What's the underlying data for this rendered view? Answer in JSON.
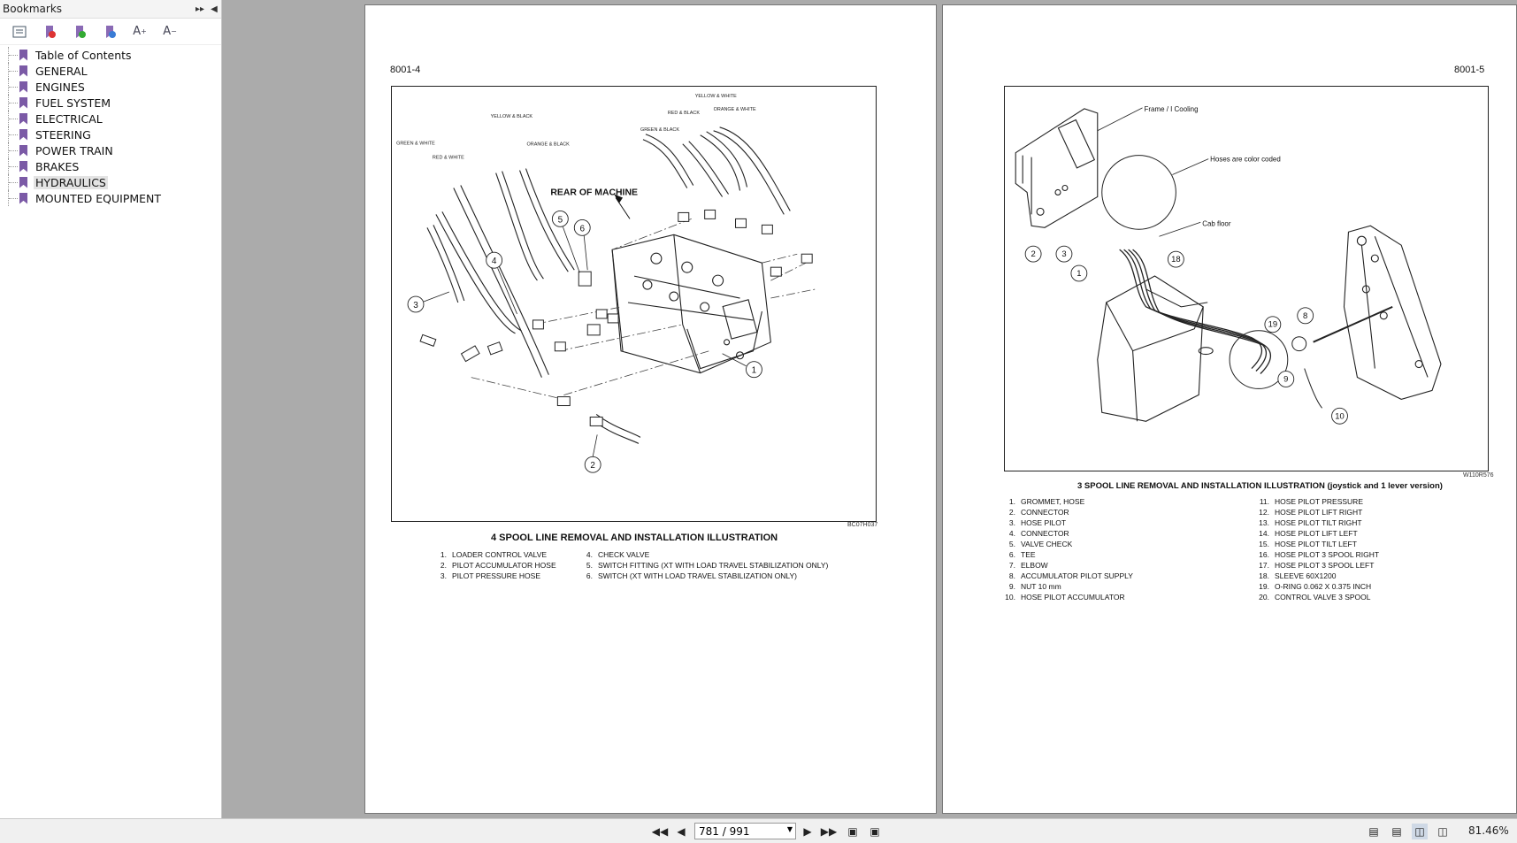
{
  "sidebar": {
    "title": "Bookmarks",
    "items": [
      {
        "label": "Table of Contents"
      },
      {
        "label": "GENERAL"
      },
      {
        "label": "ENGINES"
      },
      {
        "label": "FUEL SYSTEM"
      },
      {
        "label": "ELECTRICAL"
      },
      {
        "label": "STEERING"
      },
      {
        "label": "POWER TRAIN"
      },
      {
        "label": "BRAKES"
      },
      {
        "label": "HYDRAULICS",
        "selected": true
      },
      {
        "label": "MOUNTED EQUIPMENT"
      }
    ]
  },
  "left_page": {
    "page_number": "8001-4",
    "figure": {
      "title_label": "REAR OF MACHINE",
      "hose_labels": [
        "GREEN & WHITE",
        "RED & WHITE",
        "YELLOW & BLACK",
        "ORANGE & BLACK",
        "GREEN & BLACK",
        "RED & BLACK",
        "YELLOW & WHITE",
        "ORANGE & WHITE"
      ],
      "callouts": [
        "1",
        "2",
        "3",
        "4",
        "5",
        "6"
      ],
      "code": "BC07H037"
    },
    "caption": "4 SPOOL LINE REMOVAL AND INSTALLATION ILLUSTRATION",
    "legend": [
      {
        "n": "1.",
        "text": "LOADER CONTROL VALVE"
      },
      {
        "n": "2.",
        "text": "PILOT ACCUMULATOR HOSE"
      },
      {
        "n": "3.",
        "text": "PILOT PRESSURE HOSE"
      },
      {
        "n": "4.",
        "text": "CHECK VALVE"
      },
      {
        "n": "5.",
        "text": "SWITCH FITTING (XT WITH LOAD TRAVEL STABILIZATION ONLY)"
      },
      {
        "n": "6.",
        "text": "SWITCH (XT WITH LOAD TRAVEL STABILIZATION ONLY)"
      }
    ]
  },
  "right_page": {
    "page_number": "8001-5",
    "figure": {
      "labels": [
        "Frame / I Cooling",
        "Hoses are color coded",
        "Cab floor"
      ],
      "callouts": [
        "1",
        "2",
        "3",
        "8",
        "9",
        "10",
        "18",
        "19"
      ],
      "code": "W110R576"
    },
    "caption": "3 SPOOL LINE REMOVAL AND INSTALLATION ILLUSTRATION (joystick and 1 lever version)",
    "legend": [
      {
        "n": "1.",
        "text": "GROMMET, HOSE"
      },
      {
        "n": "2.",
        "text": "CONNECTOR"
      },
      {
        "n": "3.",
        "text": "HOSE PILOT"
      },
      {
        "n": "4.",
        "text": "CONNECTOR"
      },
      {
        "n": "5.",
        "text": "VALVE CHECK"
      },
      {
        "n": "6.",
        "text": "TEE"
      },
      {
        "n": "7.",
        "text": "ELBOW"
      },
      {
        "n": "8.",
        "text": "ACCUMULATOR PILOT SUPPLY"
      },
      {
        "n": "9.",
        "text": "NUT 10 mm"
      },
      {
        "n": "10.",
        "text": "HOSE PILOT ACCUMULATOR"
      },
      {
        "n": "11.",
        "text": "HOSE PILOT PRESSURE"
      },
      {
        "n": "12.",
        "text": "HOSE PILOT LIFT RIGHT"
      },
      {
        "n": "13.",
        "text": "HOSE PILOT TILT RIGHT"
      },
      {
        "n": "14.",
        "text": "HOSE PILOT LIFT LEFT"
      },
      {
        "n": "15.",
        "text": "HOSE PILOT TILT LEFT"
      },
      {
        "n": "16.",
        "text": "HOSE PILOT 3 SPOOL RIGHT"
      },
      {
        "n": "17.",
        "text": "HOSE PILOT 3 SPOOL LEFT"
      },
      {
        "n": "18.",
        "text": "SLEEVE 60X1200"
      },
      {
        "n": "19.",
        "text": "O-RING 0.062 X 0.375 INCH"
      },
      {
        "n": "20.",
        "text": "CONTROL VALVE 3 SPOOL"
      }
    ]
  },
  "statusbar": {
    "page_display": "781 / 991",
    "zoom": "81.46%"
  }
}
